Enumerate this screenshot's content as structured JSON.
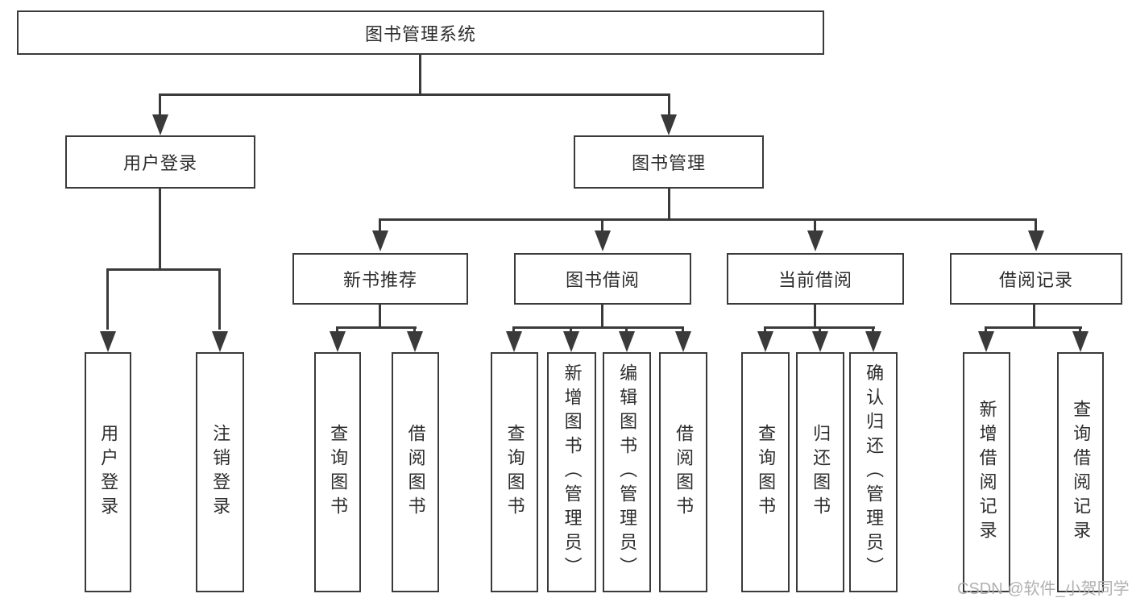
{
  "diagram": {
    "root": {
      "label": "图书管理系统"
    },
    "level2": [
      {
        "label": "用户登录"
      },
      {
        "label": "图书管理"
      }
    ],
    "level3": [
      {
        "label": "新书推荐"
      },
      {
        "label": "图书借阅"
      },
      {
        "label": "当前借阅"
      },
      {
        "label": "借阅记录"
      }
    ],
    "leaves": [
      {
        "label": "用户登录"
      },
      {
        "label": "注销登录"
      },
      {
        "label": "查询图书"
      },
      {
        "label": "借阅图书"
      },
      {
        "label": "查询图书"
      },
      {
        "label": "新增图书（管理员）"
      },
      {
        "label": "编辑图书（管理员）"
      },
      {
        "label": "借阅图书"
      },
      {
        "label": "查询图书"
      },
      {
        "label": "归还图书"
      },
      {
        "label": "确认归还（管理员）"
      },
      {
        "label": "新增借阅记录"
      },
      {
        "label": "查询借阅记录"
      }
    ]
  },
  "watermark": {
    "text": "CSDN @软件_小贺同学"
  },
  "colors": {
    "line": "#3a3a3a",
    "box_border": "#3a3a3a",
    "box_background": "#ffffff",
    "text": "#2d2d2d",
    "watermark": "#b0b0b0"
  }
}
